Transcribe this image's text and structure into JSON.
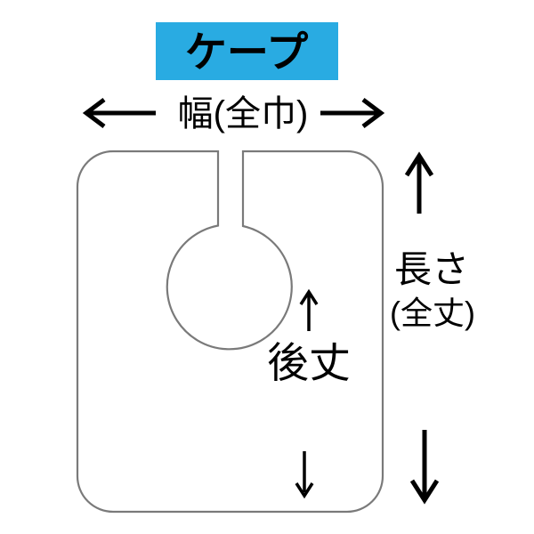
{
  "page": {
    "background": "#ffffff"
  },
  "title": {
    "label": "ケープ",
    "bg_color": "#29abe2",
    "text_color": "#000000"
  },
  "cape_diagram": {
    "width_label": "幅(全巾)",
    "length_label_line1": "長さ",
    "length_label_line2": "(全丈)",
    "back_length_label": "後丈",
    "outline_color": "#7a7a7a",
    "arrow_color": "#000000",
    "icons": {
      "width_left_arrow": "←",
      "width_right_arrow": "→",
      "length_up_arrow": "↑",
      "length_down_arrow": "↓",
      "back_length_up_arrow": "↑",
      "back_length_down_arrow": "↓"
    }
  }
}
